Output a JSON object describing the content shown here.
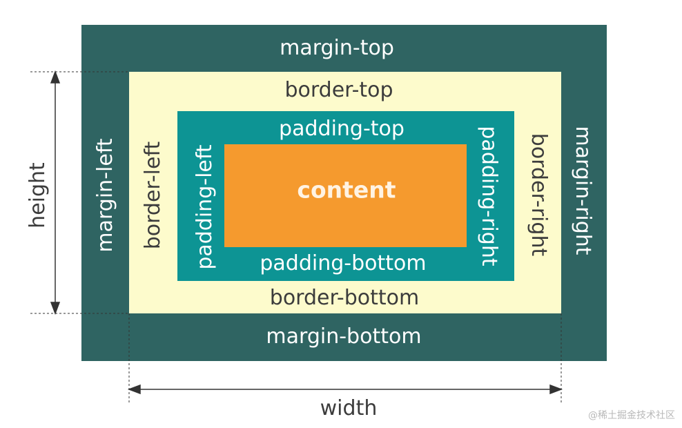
{
  "labels": {
    "margin_top": "margin-top",
    "margin_bottom": "margin-bottom",
    "margin_left": "margin-left",
    "margin_right": "margin-right",
    "border_top": "border-top",
    "border_bottom": "border-bottom",
    "border_left": "border-left",
    "border_right": "border-right",
    "padding_top": "padding-top",
    "padding_bottom": "padding-bottom",
    "padding_left": "padding-left",
    "padding_right": "padding-right",
    "content": "content"
  },
  "dimensions": {
    "height": "height",
    "width": "width"
  },
  "watermark": "@稀土掘金技术社区",
  "colors": {
    "margin": "#2f6462",
    "border": "#fdfbcc",
    "padding": "#0d9494",
    "content": "#f59a2e",
    "dimension_line": "#333333"
  }
}
